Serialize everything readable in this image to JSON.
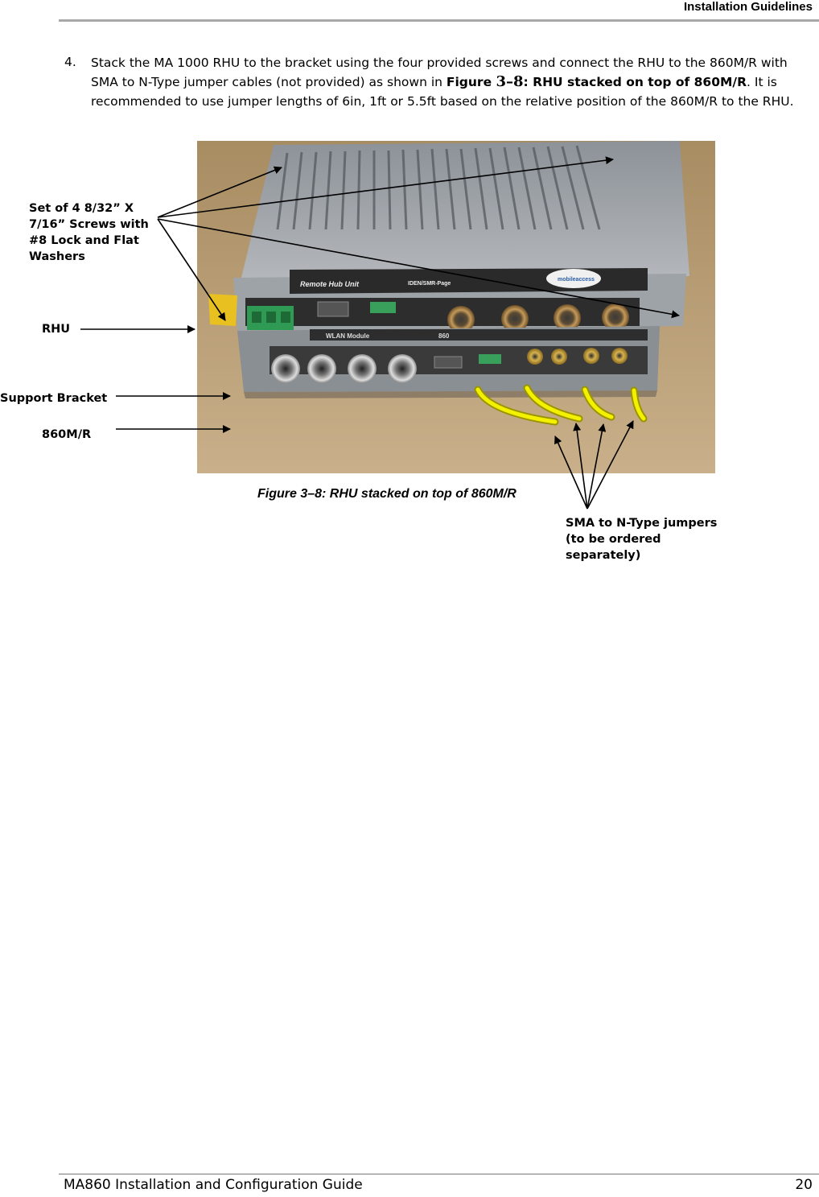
{
  "header": {
    "title": "Installation Guidelines"
  },
  "step": {
    "number": "4.",
    "text_1": "Stack the MA 1000 RHU to the bracket using the four provided screws and connect the RHU to the 860M/R with SMA to N-Type jumper cables (not provided) as shown in ",
    "ref_prefix": "Figure ",
    "ref_number": "3–8",
    "ref_suffix": ": RHU stacked on top of 860M/R",
    "text_2": ". It is recommended to use jumper lengths of 6in, 1ft or 5.5ft based on the relative position of the 860M/R to the RHU."
  },
  "figure": {
    "callouts": {
      "screws": "Set of 4 8/32” X 7/16” Screws with #8 Lock and Flat Washers",
      "rhu": "RHU",
      "bracket": "Support Bracket",
      "m860": "860M/R",
      "jumpers": "SMA to N-Type jumpers (to be ordered separately)"
    },
    "photo_labels": {
      "remote_hub_unit": "Remote Hub Unit",
      "iden": "IDEN/SMR-Page",
      "brand": "mobileaccess",
      "wlan": "WLAN Module",
      "model": "860"
    },
    "caption": "Figure 3–8: RHU stacked on top of 860M/R"
  },
  "footer": {
    "left": "MA860 Installation and Configuration Guide",
    "page": "20"
  },
  "colors": {
    "jumper": "#f4f100",
    "rule": "#a8a8a8"
  }
}
